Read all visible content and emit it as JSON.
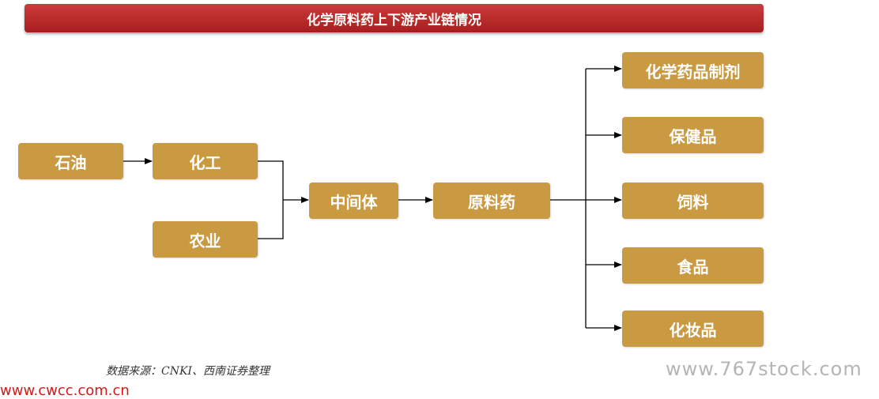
{
  "title": "化学原料药上下游产业链情况",
  "nodes": {
    "petroleum": "石油",
    "chemical": "化工",
    "agriculture": "农业",
    "intermediate": "中间体",
    "api": "原料药",
    "formulation": "化学药品制剂",
    "health": "保健品",
    "feed": "饲料",
    "food": "食品",
    "cosmetics": "化妆品"
  },
  "source": "数据来源：CNKI、西南证券整理",
  "watermark": "www.767stock.com",
  "watermark2": "www.cwcc.com.cn"
}
